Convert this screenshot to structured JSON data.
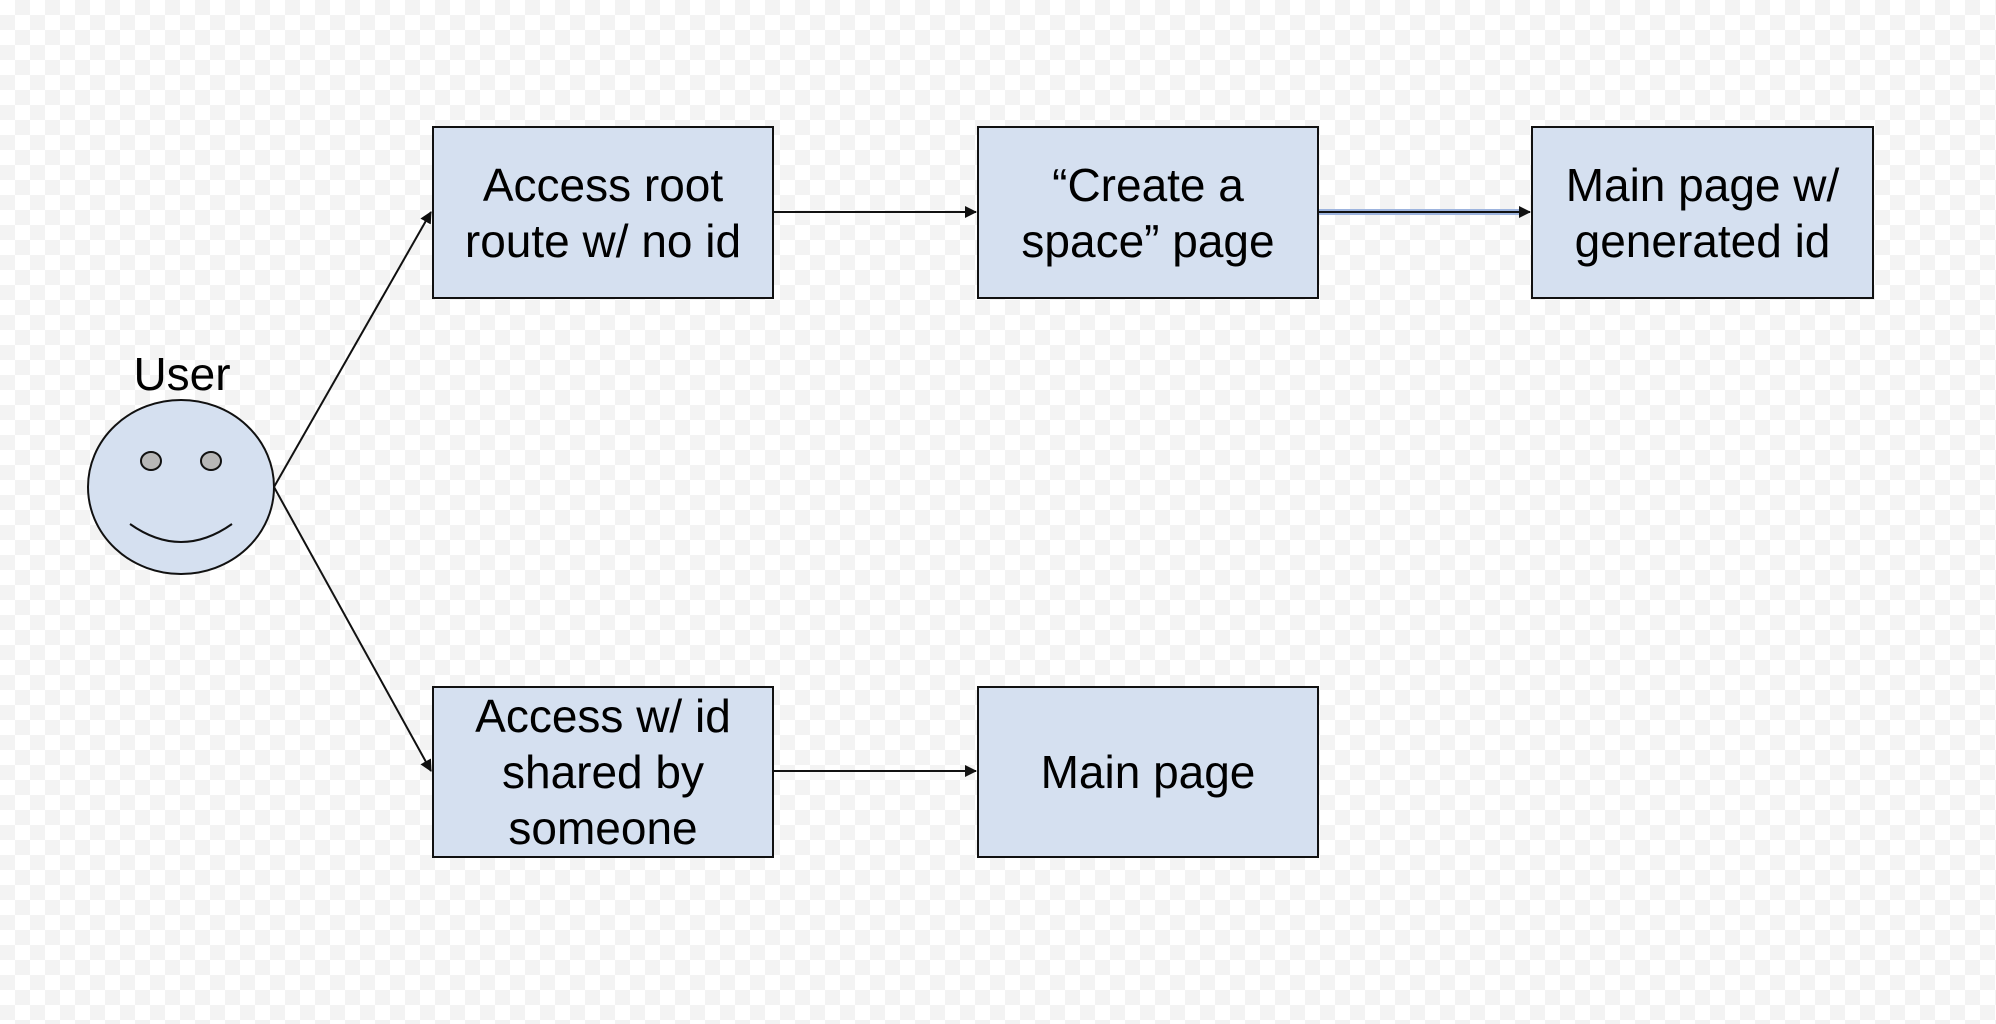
{
  "diagram": {
    "actor": {
      "label": "User"
    },
    "nodes": {
      "root": "Access root\nroute w/ no id",
      "create": "“Create a\nspace” page",
      "generated": "Main page w/\ngenerated id",
      "shared": "Access w/ id\nshared by\nsomeone",
      "main": "Main page"
    },
    "edges": [
      {
        "from": "User",
        "to": "Access root route w/ no id"
      },
      {
        "from": "User",
        "to": "Access w/ id shared by someone"
      },
      {
        "from": "Access root route w/ no id",
        "to": "“Create a space” page"
      },
      {
        "from": "“Create a space” page",
        "to": "Main page w/ generated id"
      },
      {
        "from": "Access w/ id shared by someone",
        "to": "Main page"
      }
    ],
    "colors": {
      "box_fill": "#d5e0f0",
      "stroke": "#111111",
      "highlight_edge": "#9db4de"
    }
  }
}
